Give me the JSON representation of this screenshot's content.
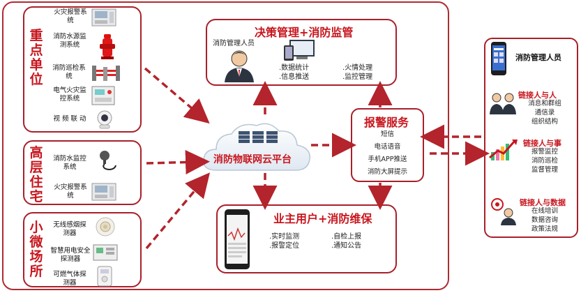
{
  "left_groups": [
    {
      "title": "重点单位",
      "items": [
        "火灾报警系统",
        "消防水源监测系统",
        "消防巡检系统",
        "电气火灾监控系统",
        "视 频 联 动"
      ]
    },
    {
      "title": "高层住宅",
      "items": [
        "消防水监控系统",
        "火灾报警系统"
      ]
    },
    {
      "title": "小微场所",
      "items": [
        "无线感烟探测器",
        "智慧用电安全探测器",
        "可燃气体探测器"
      ]
    }
  ],
  "cloud": {
    "label": "消防物联网云平台"
  },
  "top_box": {
    "title": "决策管理+消防监管",
    "person": "消防管理人员",
    "features": [
      ".数据统计",
      ".火情处理",
      ".信息推送",
      ".监控管理"
    ]
  },
  "alarm_box": {
    "title": "报警服务",
    "items": [
      "短信",
      "电话语音",
      "手机APP推送",
      "消防大屏提示"
    ]
  },
  "bottom_box": {
    "title": "业主用户+消防维保",
    "features": [
      ".实时监测",
      ".自检上报",
      ".报警定位",
      ".通知公告"
    ]
  },
  "right_panel": {
    "header": "消防管理人员",
    "sections": [
      {
        "title": "链接人与人",
        "items": [
          "消息和群组",
          "通信录",
          "组织结构"
        ]
      },
      {
        "title": "链接人与事",
        "items": [
          "报警监控",
          "消防巡检",
          "监督管理"
        ]
      },
      {
        "title": "链接人与数据",
        "items": [
          "在线培训",
          "数据咨询",
          "政策法规"
        ]
      }
    ]
  },
  "colors": {
    "accent": "#c8161e",
    "border": "#a8202a",
    "arrow": "#b3242c"
  }
}
